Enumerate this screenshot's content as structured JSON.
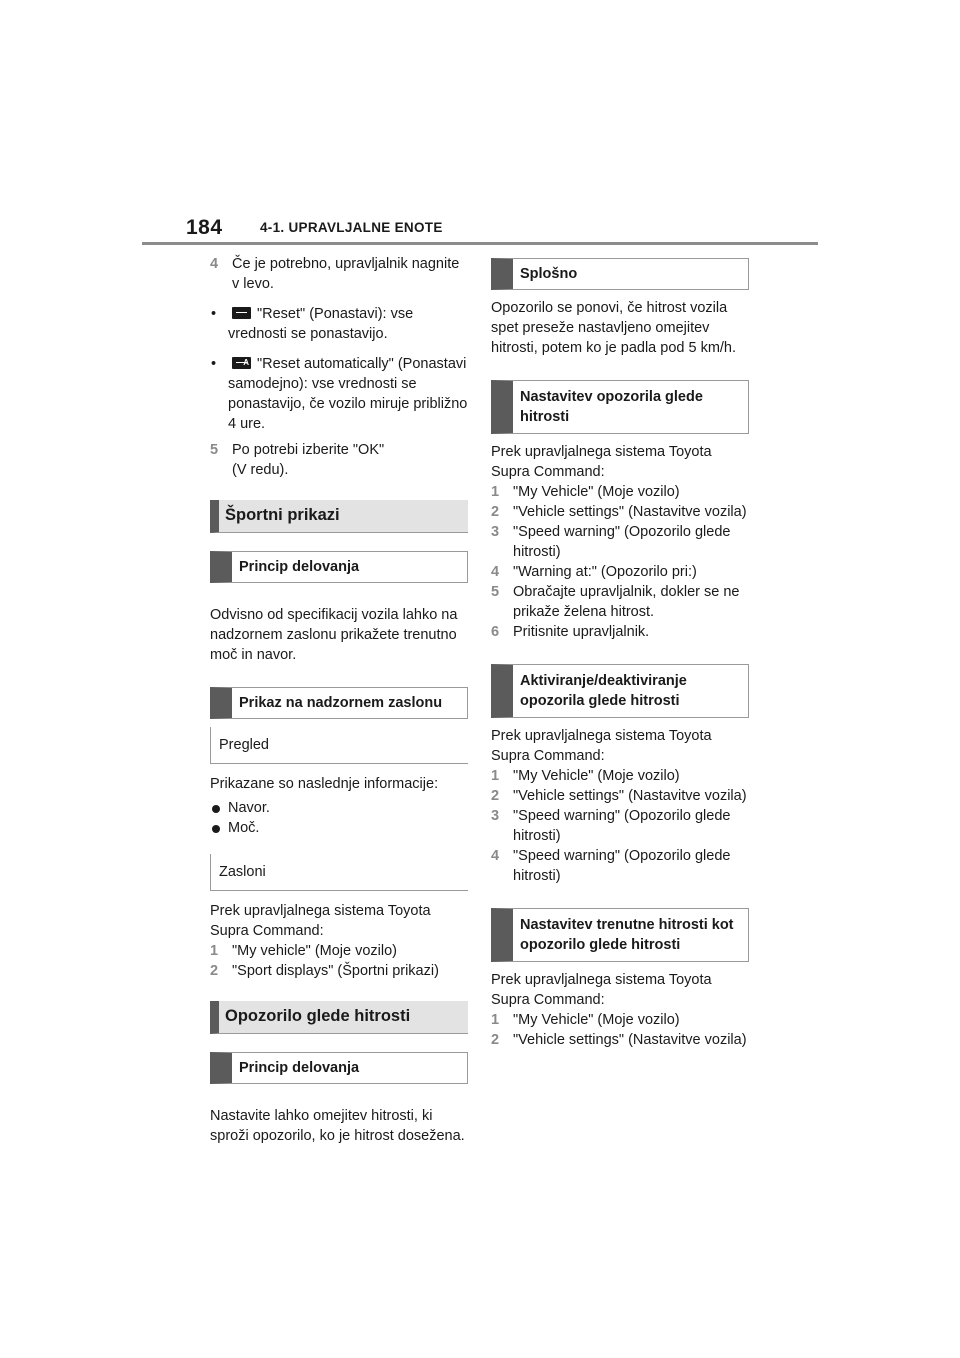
{
  "header": {
    "page_number": "184",
    "section": "4-1. UPRAVLJALNE ENOTE"
  },
  "left": {
    "step4_num": "4",
    "step4_text": "Če je potrebno, upravljalnik nagnite v levo.",
    "bullet1_icon": "reset-icon",
    "bullet1_text": "\"Reset\" (Ponastavi): vse vrednosti se ponastavijo.",
    "bullet2_icon": "reset-auto-icon",
    "bullet2_text": "\"Reset automatically\" (Ponastavi samodejno): vse vrednosti se ponastavijo, če vozilo miruje približno 4 ure.",
    "step5_num": "5",
    "step5_line1": "Po potrebi izberite \"OK\"",
    "step5_line2": "(V redu).",
    "section1_title": "Športni prikazi",
    "sub1_title": "Princip delovanja",
    "para1": "Odvisno od specifikacij vozila lahko na nadzornem zaslonu prikažete trenutno moč in navor.",
    "sub2_title": "Prikaz na nadzornem zaslonu",
    "minor1_title": "Pregled",
    "para2": "Prikazane so naslednje informacije:",
    "disc1": "Navor.",
    "disc2": "Moč.",
    "minor2_title": "Zasloni",
    "para3": "Prek upravljalnega sistema Toyota Supra Command:",
    "steps_a": [
      {
        "num": "1",
        "text": "\"My vehicle\" (Moje vozilo)"
      },
      {
        "num": "2",
        "text": "\"Sport displays\" (Športni prikazi)"
      }
    ],
    "section2_title": "Opozorilo glede hitrosti",
    "sub3_title": "Princip delovanja",
    "para4": "Nastavite lahko omejitev hitrosti, ki sproži opozorilo, ko je hitrost dosežena."
  },
  "right": {
    "sub4_title": "Splošno",
    "para5": "Opozorilo se ponovi, če hitrost vozila spet preseže nastavljeno omejitev hitrosti, potem ko je padla pod 5 km/h.",
    "sub5_title": "Nastavitev opozorila glede hitrosti",
    "para6": "Prek upravljalnega sistema Toyota Supra Command:",
    "steps_b": [
      {
        "num": "1",
        "text": "\"My Vehicle\" (Moje vozilo)"
      },
      {
        "num": "2",
        "text": "\"Vehicle settings\" (Nastavitve vozila)"
      },
      {
        "num": "3",
        "text": "\"Speed warning\" (Opozorilo glede hitrosti)"
      },
      {
        "num": "4",
        "text": "\"Warning at:\" (Opozorilo pri:)"
      },
      {
        "num": "5",
        "text": "Obračajte upravljalnik, dokler se ne prikaže želena hitrost."
      },
      {
        "num": "6",
        "text": "Pritisnite upravljalnik."
      }
    ],
    "sub6_title": "Aktiviranje/deaktiviranje opozorila glede hitrosti",
    "para7": "Prek upravljalnega sistema Toyota Supra Command:",
    "steps_c": [
      {
        "num": "1",
        "text": "\"My Vehicle\" (Moje vozilo)"
      },
      {
        "num": "2",
        "text": "\"Vehicle settings\" (Nastavitve vozila)"
      },
      {
        "num": "3",
        "text": "\"Speed warning\" (Opozorilo glede hitrosti)"
      },
      {
        "num": "4",
        "text": "\"Speed warning\" (Opozorilo glede hitrosti)"
      }
    ],
    "sub7_title": "Nastavitev trenutne hitrosti kot opozorilo glede hitrosti",
    "para8": "Prek upravljalnega sistema Toyota Supra Command:",
    "steps_d": [
      {
        "num": "1",
        "text": "\"My Vehicle\" (Moje vozilo)"
      },
      {
        "num": "2",
        "text": "\"Vehicle settings\" (Nastavitve vozila)"
      }
    ]
  }
}
